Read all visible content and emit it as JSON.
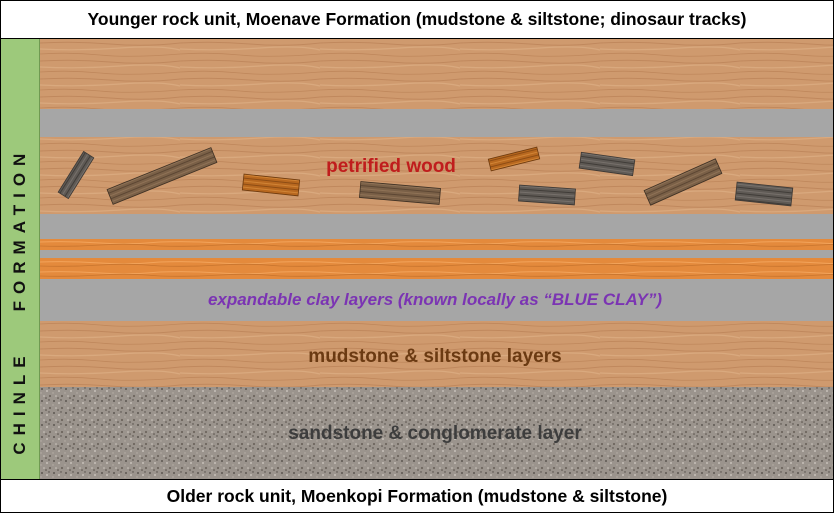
{
  "captions": {
    "top": "Younger rock unit, Moenave Formation (mudstone & siltstone; dinosaur tracks)",
    "bottom": "Older rock unit, Moenkopi Formation (mudstone & siltstone)"
  },
  "side_label": {
    "chinle": "CHINLE",
    "formation": "FORMATION"
  },
  "layer_labels": {
    "petrified_wood": "petrified wood",
    "blue_clay": "expandable clay layers (known locally as “BLUE CLAY”)",
    "mudstone": "mudstone & siltstone layers",
    "sandstone": "sandstone & conglomerate layer"
  },
  "colors": {
    "mudstone_tan": "#cf9a6e",
    "orange_band": "#e48a3c",
    "clay_gray": "#a6a6a6",
    "sandstone_speckle": "#9b948d",
    "formation_green": "#9dc97b",
    "wood_label_red": "#c01d1d",
    "clay_label_purple": "#7b34b3",
    "mud_label_brown": "#6b3a12"
  }
}
